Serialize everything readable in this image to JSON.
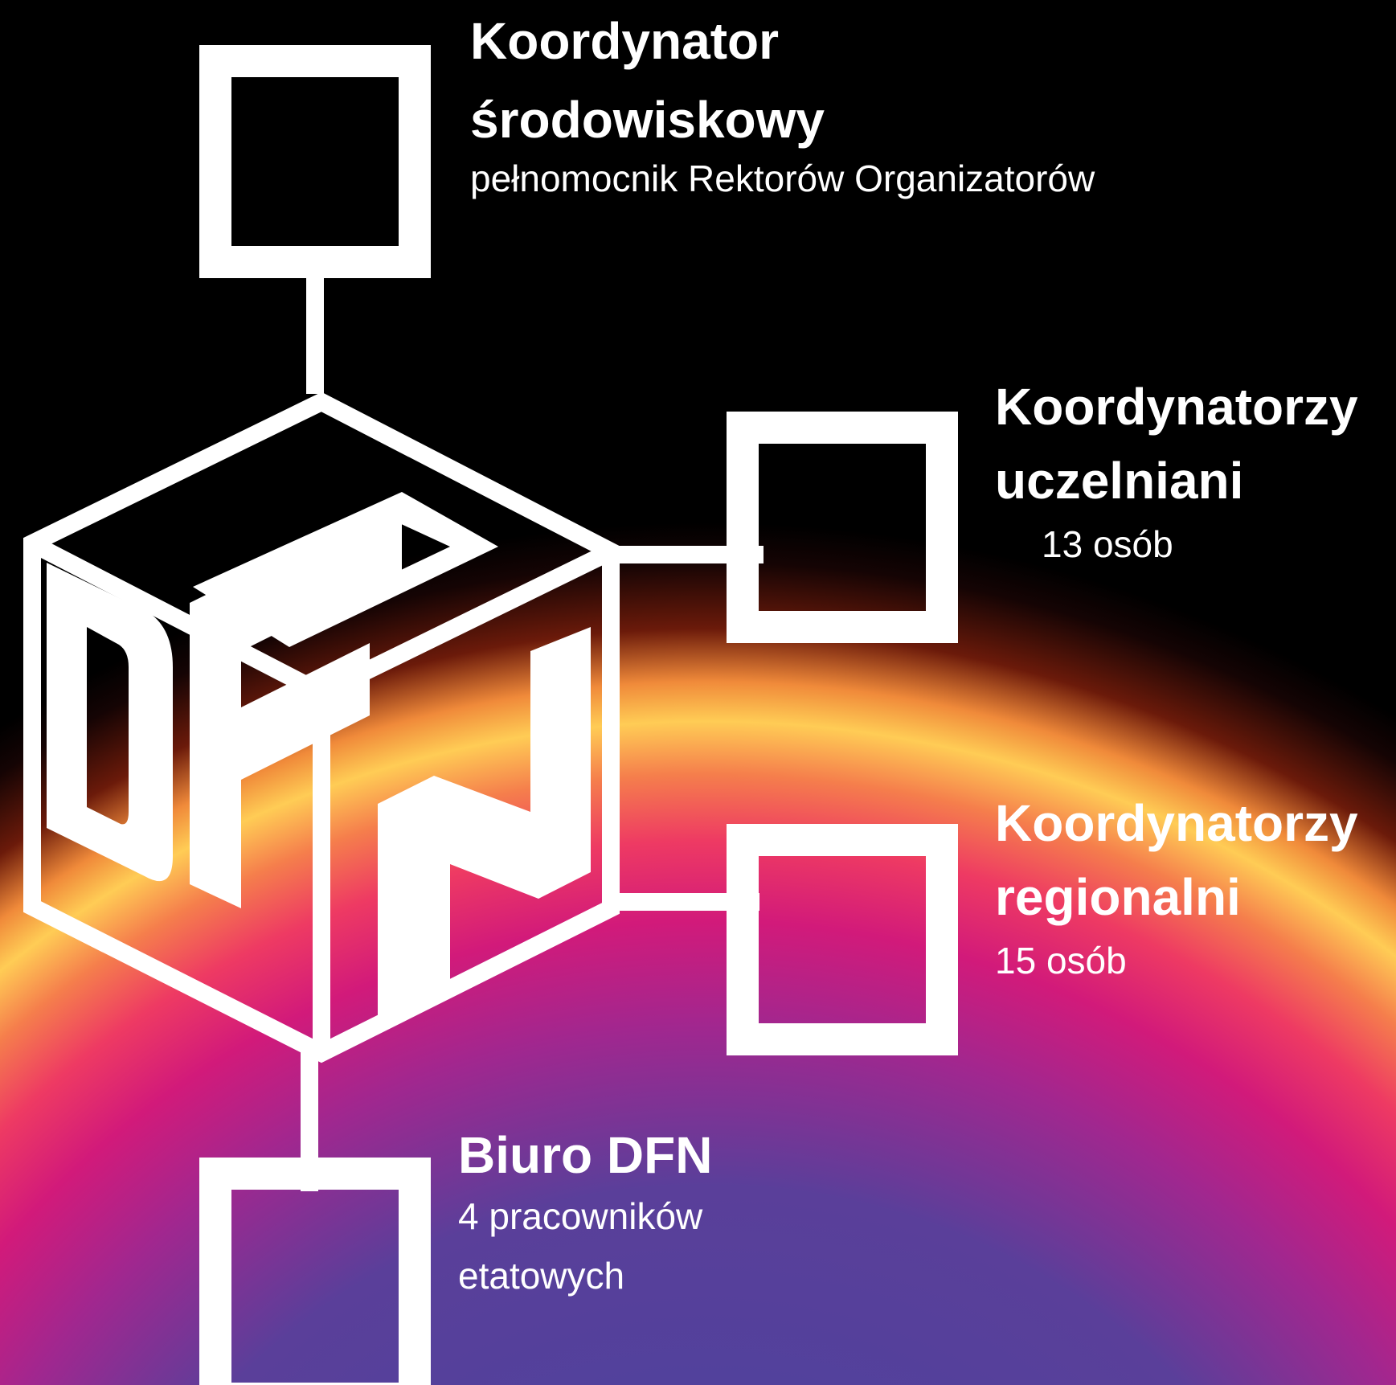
{
  "nodes": {
    "environmental": {
      "title_line1": "Koordynator",
      "title_line2": "środowiskowy",
      "subtitle": "pełnomocnik Rektorów Organizatorów"
    },
    "university": {
      "title_line1": "Koordynatorzy",
      "title_line2": "uczelniani",
      "count": "13 osób"
    },
    "regional": {
      "title_line1": "Koordynatorzy",
      "title_line2": "regionalni",
      "count": "15 osób"
    },
    "office": {
      "title": "Biuro DFN",
      "detail_line1": "4 pracowników",
      "detail_line2": "etatowych"
    }
  },
  "logo": {
    "text": "DFN",
    "icon": "dfn-cube-logo"
  },
  "colors": {
    "background": "#000000",
    "glow_orange": "#f7a23a",
    "glow_pink": "#e8266e",
    "glow_magenta": "#c0177f",
    "glow_purple": "#50469b",
    "foreground": "#ffffff"
  }
}
